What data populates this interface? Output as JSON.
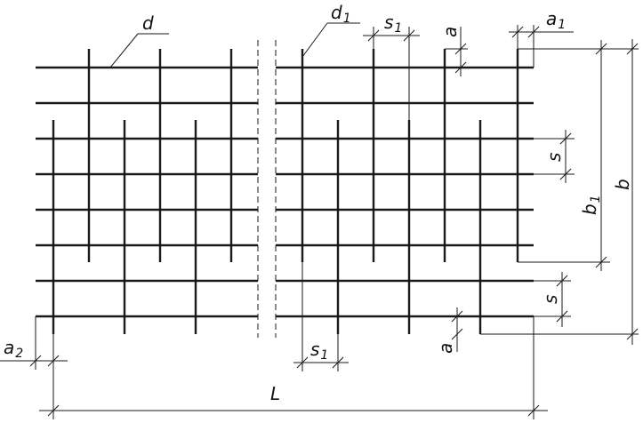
{
  "labels": {
    "d": "d",
    "d1": "d",
    "d1_sub": "1",
    "s1_top": "s",
    "s1_top_sub": "1",
    "a_top": "a",
    "a1": "a",
    "a1_sub": "1",
    "s_right_top": "s",
    "b1": "b",
    "b1_sub": "1",
    "b": "b",
    "s_right_bottom": "s",
    "a_bottom": "a",
    "a2": "a",
    "a2_sub": "2",
    "s1_bottom": "s",
    "s1_bottom_sub": "1",
    "L": "L"
  }
}
